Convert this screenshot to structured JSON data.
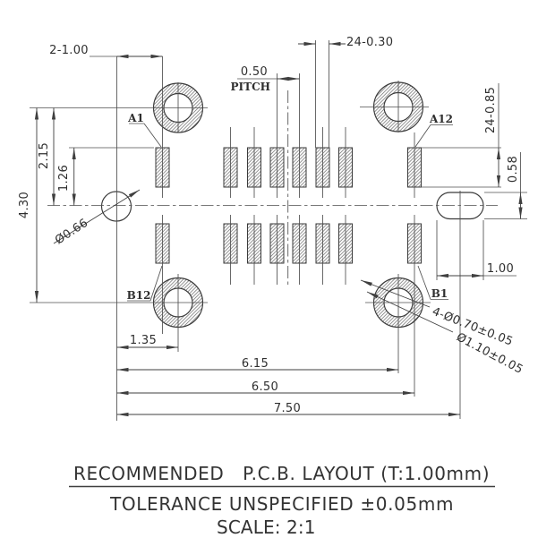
{
  "pin_labels": {
    "a1": "A1",
    "a12": "A12",
    "b12": "B12",
    "b1": "B1"
  },
  "dimensions": {
    "corner_pad_offset": "2-1.00",
    "pad_width": "24-0.30",
    "pitch_value": "0.50",
    "pitch_word": "PITCH",
    "pad_length": "24-0.85",
    "slot_height": "0.58",
    "hole_row_offset": "2.15",
    "pad_row_half_height": "1.26",
    "hole_row_span": "4.30",
    "index_hole_dia": "Ø0.66",
    "slot_width": "1.00",
    "hole_x_offset": "1.35",
    "span_hole_to_hole": "6.15",
    "span_to_pad": "6.50",
    "span_to_slot": "7.50",
    "mount_hole_dia": "4-Ø0.70±0.05",
    "mount_pad_dia": "Ø1.10±0.05"
  },
  "title_block": {
    "title": "RECOMMENDED   P.C.B. LAYOUT (T:1.00mm)",
    "tolerance": "TOLERANCE UNSPECIFIED ±0.05mm",
    "scale": "SCALE: 2:1"
  },
  "colors": {
    "line": "#3a3a3a",
    "thin_line": "#4f4f4f",
    "hatch": "#7e7e7e",
    "text": "#2f2f2f",
    "background": "#ffffff"
  }
}
